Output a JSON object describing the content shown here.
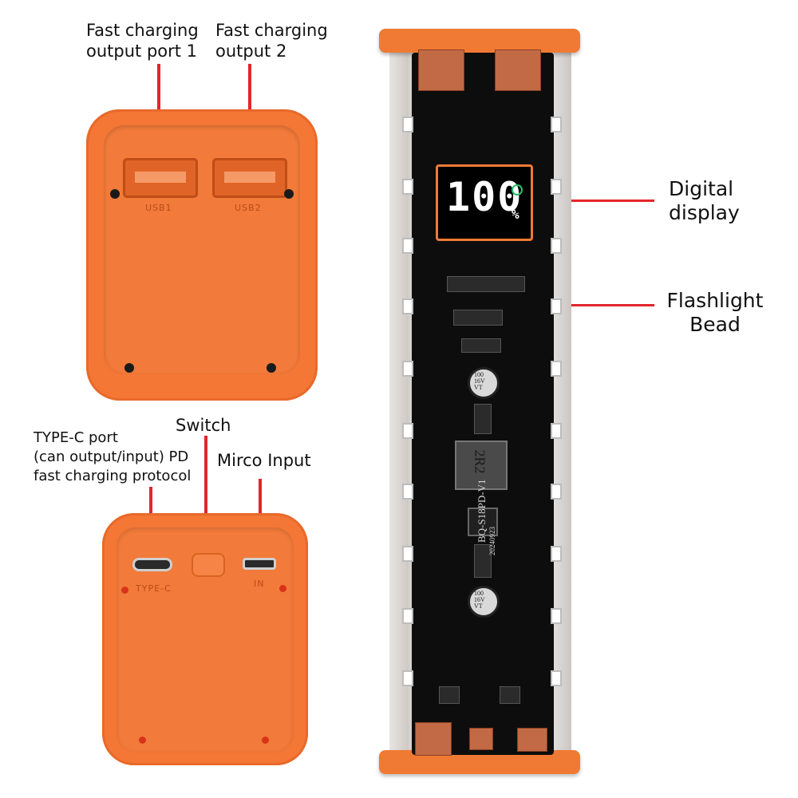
{
  "callouts": {
    "fast_port_1": [
      "Fast charging",
      "output port 1"
    ],
    "fast_port_2": [
      "Fast charging",
      "output 2"
    ],
    "typec": [
      "TYPE-C port",
      "(can output/input) PD",
      "fast charging protocol"
    ],
    "switch": "Switch",
    "micro": "Mirco Input",
    "display": [
      "Digital",
      "display"
    ],
    "flashlight": [
      "Flashlight",
      "Bead"
    ]
  },
  "device_top": {
    "usb1": "USB1",
    "usb2": "USB2"
  },
  "device_bottom": {
    "typec": "TYPE-C",
    "in": "IN"
  },
  "display": {
    "value": "100",
    "unit": "%"
  },
  "pcb": {
    "model": "BQ-S18PD-V1",
    "date": "20240923",
    "inductor": "2R2",
    "capacitor": [
      "100",
      "16V",
      "VT"
    ]
  },
  "colors": {
    "orange": "#f47736",
    "callout_line": "#e3262b"
  }
}
